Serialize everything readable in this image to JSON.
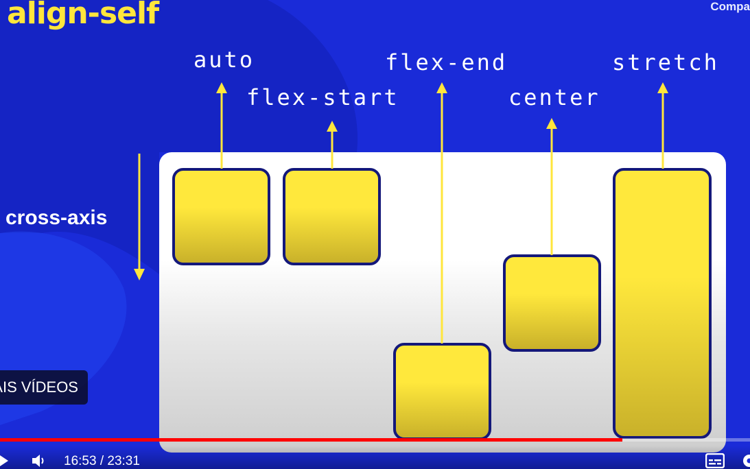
{
  "video": {
    "title": "align-self",
    "channel_text": "Compa",
    "labels": {
      "auto": "auto",
      "flex_start": "flex-start",
      "flex_end": "flex-end",
      "center": "center",
      "stretch": "stretch"
    },
    "axis_label": "cross-axis",
    "more_videos": "MAIS VÍDEOS"
  },
  "player": {
    "current_time": "16:53",
    "separator": "/",
    "duration": "23:31",
    "progress": 0.83,
    "icons": [
      "play-icon",
      "volume-icon",
      "subtitles-icon",
      "settings-icon"
    ]
  },
  "colors": {
    "background": "#1a2bd8",
    "accent": "#ffe63c",
    "box_border": "#14187a",
    "progress": "#ff0000"
  }
}
